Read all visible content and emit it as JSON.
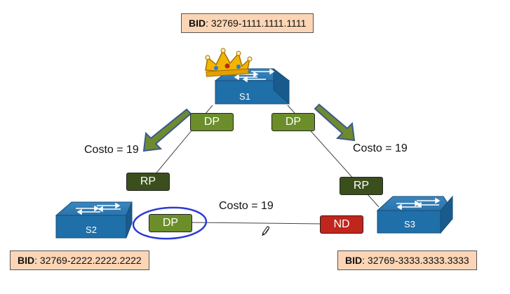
{
  "switches": {
    "s1": {
      "label": "S1",
      "bid_prefix": "BID",
      "bid_value": ": 32769-1111.1111.1111",
      "root_marker": "crown-icon"
    },
    "s2": {
      "label": "S2",
      "bid_prefix": "BID",
      "bid_value": ": 32769-2222.2222.2222"
    },
    "s3": {
      "label": "S3",
      "bid_prefix": "BID",
      "bid_value": ": 32769-3333.3333.3333"
    }
  },
  "ports": {
    "s1_left": "DP",
    "s1_right": "DP",
    "s2_top": "RP",
    "s2_right": "DP",
    "s3_top": "RP",
    "s3_left": "ND"
  },
  "costs": {
    "s1_s2": "Costo = 19",
    "s1_s3": "Costo = 19",
    "s2_s3": "Costo = 19"
  },
  "colors": {
    "switch_blue": "#1f6fa8",
    "dp_green": "#6b8e2a",
    "rp_dark_green": "#3b4f1c",
    "nd_red": "#c0261c",
    "bid_fill": "#fbd5b5",
    "highlight_circle": "#2a3bd6",
    "arrow_fill": "#6f8a2e",
    "arrow_stroke": "#3c5a90"
  }
}
